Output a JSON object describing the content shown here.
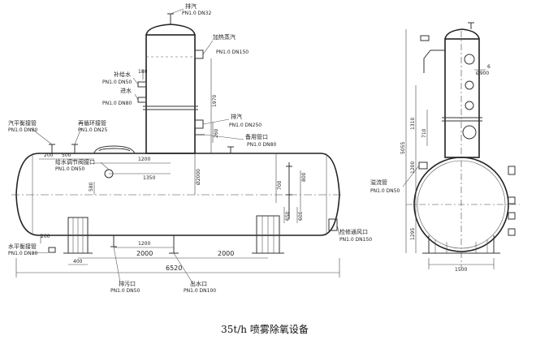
{
  "labels": {
    "exhaust": "排汽",
    "exhaust_spec": "PN1.0 DN32",
    "heater_steam": "加热蒸汽",
    "heater_steam_spec": "PN1.0 DN150",
    "makeup_water": "补给水",
    "makeup_water_spec": "PN1.0 DN50",
    "inlet_water": "进水",
    "inlet_water_spec": "PN1.0 DN80",
    "steam_balance": "汽平衡接管",
    "steam_balance_spec": "PN1.0 DN80",
    "recirc": "再循环接管",
    "recirc_spec": "PN1.0 DN25",
    "feed_valve": "给水调节阀接口",
    "feed_valve_spec": "PN1.0 DN50",
    "drain_gas": "排汽",
    "drain_gas_spec": "PN1.0 DN250",
    "spare": "备用管口",
    "spare_spec": "PN1.0 DN80",
    "water_balance": "水平衡接管",
    "water_balance_spec": "PN1.0 DN80",
    "sewage": "排污口",
    "sewage_spec": "PN1.0 DN50",
    "outlet": "出水口",
    "outlet_spec": "PN1.0 DN100",
    "overflow": "溢流管",
    "overflow_spec": "PN1.0 DN50",
    "manhole": "检修通风口",
    "manhole_spec": "PN1.0 DN150"
  },
  "dimensions": {
    "d200a": "200",
    "d200b": "200",
    "d500": "500",
    "d1200top": "1200",
    "d1350": "1350",
    "d580": "580",
    "d180": "180",
    "d1970": "1970",
    "d1200bot": "1200",
    "d2000a": "2000",
    "d2000b": "2000",
    "d400": "400",
    "d6520": "6520",
    "d2000dia": "Ø2000",
    "d700": "700",
    "d650": "650",
    "d600": "600",
    "d800": "800",
    "d900": "Ø900",
    "d1310": "1310",
    "d710": "710",
    "d5055": "5055",
    "d1200r": "1200",
    "d1295": "1295",
    "d1500": "1500",
    "d6": "6",
    "d260": "260"
  },
  "caption": "35t/h 喷雾除氧设备"
}
